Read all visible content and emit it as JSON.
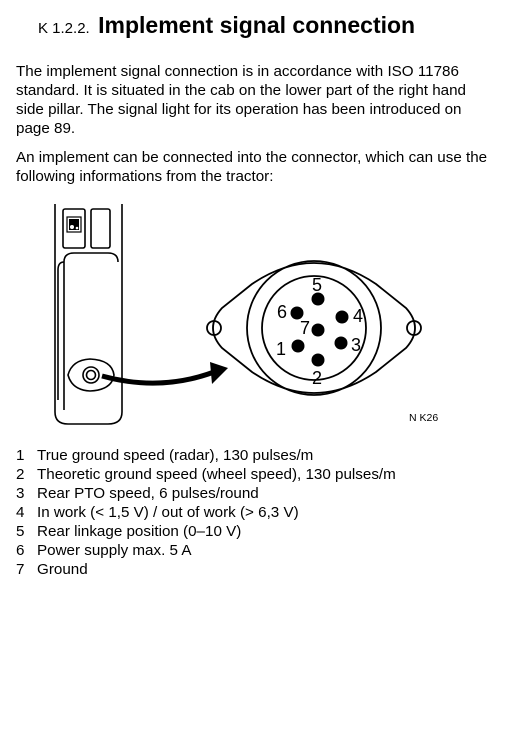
{
  "section": {
    "number": "K 1.2.2.",
    "title": "Implement signal connection"
  },
  "intro": {
    "paragraph1": "The implement signal connection is in accordance with ISO 11786 standard. It is situated in the cab on the lower part of the right hand side pillar. The signal light for its operation has been introduced on page 89.",
    "paragraph2": "An implement can be connected into the connector, which can use the following informations from the tractor:"
  },
  "figure": {
    "code": "N K26",
    "pin_labels": [
      "1",
      "2",
      "3",
      "4",
      "5",
      "6",
      "7"
    ]
  },
  "pins": [
    {
      "number": "1",
      "text": "True ground speed (radar), 130 pulses/m"
    },
    {
      "number": "2",
      "text": "Theoretic ground speed (wheel speed), 130 pulses/m"
    },
    {
      "number": "3",
      "text": "Rear PTO speed, 6 pulses/round"
    },
    {
      "number": "4",
      "text": "In work (< 1,5 V) / out of work (> 6,3 V)"
    },
    {
      "number": "5",
      "text": "Rear linkage position (0–10 V)"
    },
    {
      "number": "6",
      "text": "Power supply max. 5 A"
    },
    {
      "number": "7",
      "text": "Ground"
    }
  ]
}
